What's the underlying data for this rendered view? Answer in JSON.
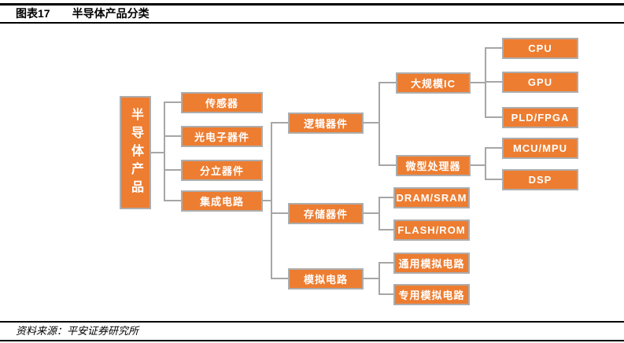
{
  "header": {
    "figure_label": "图表17",
    "title": "半导体产品分类"
  },
  "footer": {
    "source": "资料来源：平安证券研究所"
  },
  "colors": {
    "node_fill": "#ED7D31",
    "node_border": "#ADADAD",
    "node_text": "#FFFFFF",
    "connector": "#A6A6A6",
    "rule": "#000000"
  },
  "nodes": {
    "root": "半导体产品",
    "sensor": "传感器",
    "optoelectronic": "光电子器件",
    "discrete": "分立器件",
    "ic": "集成电路",
    "logic": "逻辑器件",
    "memory": "存储器件",
    "analog": "模拟电路",
    "large_ic": "大规模IC",
    "microprocessor": "微型处理器",
    "cpu": "CPU",
    "gpu": "GPU",
    "pld_fpga": "PLD/FPGA",
    "mcu_mpu": "MCU/MPU",
    "dsp": "DSP",
    "dram_sram": "DRAM/SRAM",
    "flash_rom": "FLASH/ROM",
    "general_analog": "通用模拟电路",
    "special_analog": "专用模拟电路"
  },
  "chart_data": {
    "type": "tree",
    "title": "半导体产品分类",
    "structure": {
      "root": [
        "sensor",
        "optoelectronic",
        "discrete",
        "ic"
      ],
      "ic": [
        "logic",
        "memory",
        "analog"
      ],
      "logic": [
        "large_ic",
        "microprocessor"
      ],
      "large_ic": [
        "cpu",
        "gpu",
        "pld_fpga"
      ],
      "microprocessor": [
        "mcu_mpu",
        "dsp"
      ],
      "memory": [
        "dram_sram",
        "flash_rom"
      ],
      "analog": [
        "general_analog",
        "special_analog"
      ]
    }
  }
}
